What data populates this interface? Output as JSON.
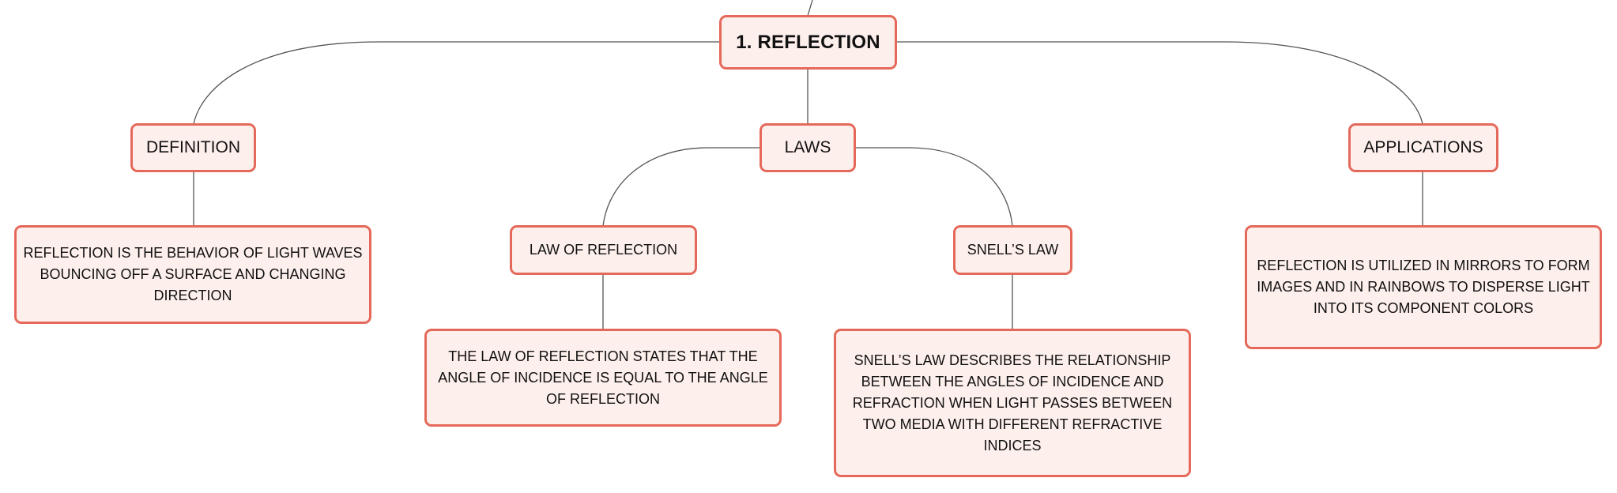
{
  "root": {
    "label": "1. REFLECTION"
  },
  "branches": {
    "definition": {
      "label": "DEFINITION",
      "detail": "REFLECTION IS THE BEHAVIOR OF LIGHT WAVES BOUNCING OFF A SURFACE AND CHANGING DIRECTION"
    },
    "laws": {
      "label": "LAWS",
      "law_of_reflection": {
        "label": "LAW OF REFLECTION",
        "detail": "THE LAW OF REFLECTION STATES THAT THE ANGLE OF INCIDENCE IS EQUAL TO THE ANGLE OF REFLECTION"
      },
      "snells_law": {
        "label": "SNELL’S LAW",
        "detail": "SNELL’S LAW DESCRIBES THE RELATIONSHIP BETWEEN THE ANGLES OF INCIDENCE AND REFRACTION WHEN LIGHT PASSES BETWEEN TWO MEDIA WITH DIFFERENT REFRACTIVE INDICES"
      }
    },
    "applications": {
      "label": "APPLICATIONS",
      "detail": "REFLECTION IS UTILIZED IN MIRRORS TO FORM IMAGES AND IN RAINBOWS TO DISPERSE LIGHT INTO ITS COMPONENT COLORS"
    }
  },
  "colors": {
    "node_border": "#e5695a",
    "node_fill": "#fdefec",
    "connector": "#555555",
    "text": "#111111"
  }
}
